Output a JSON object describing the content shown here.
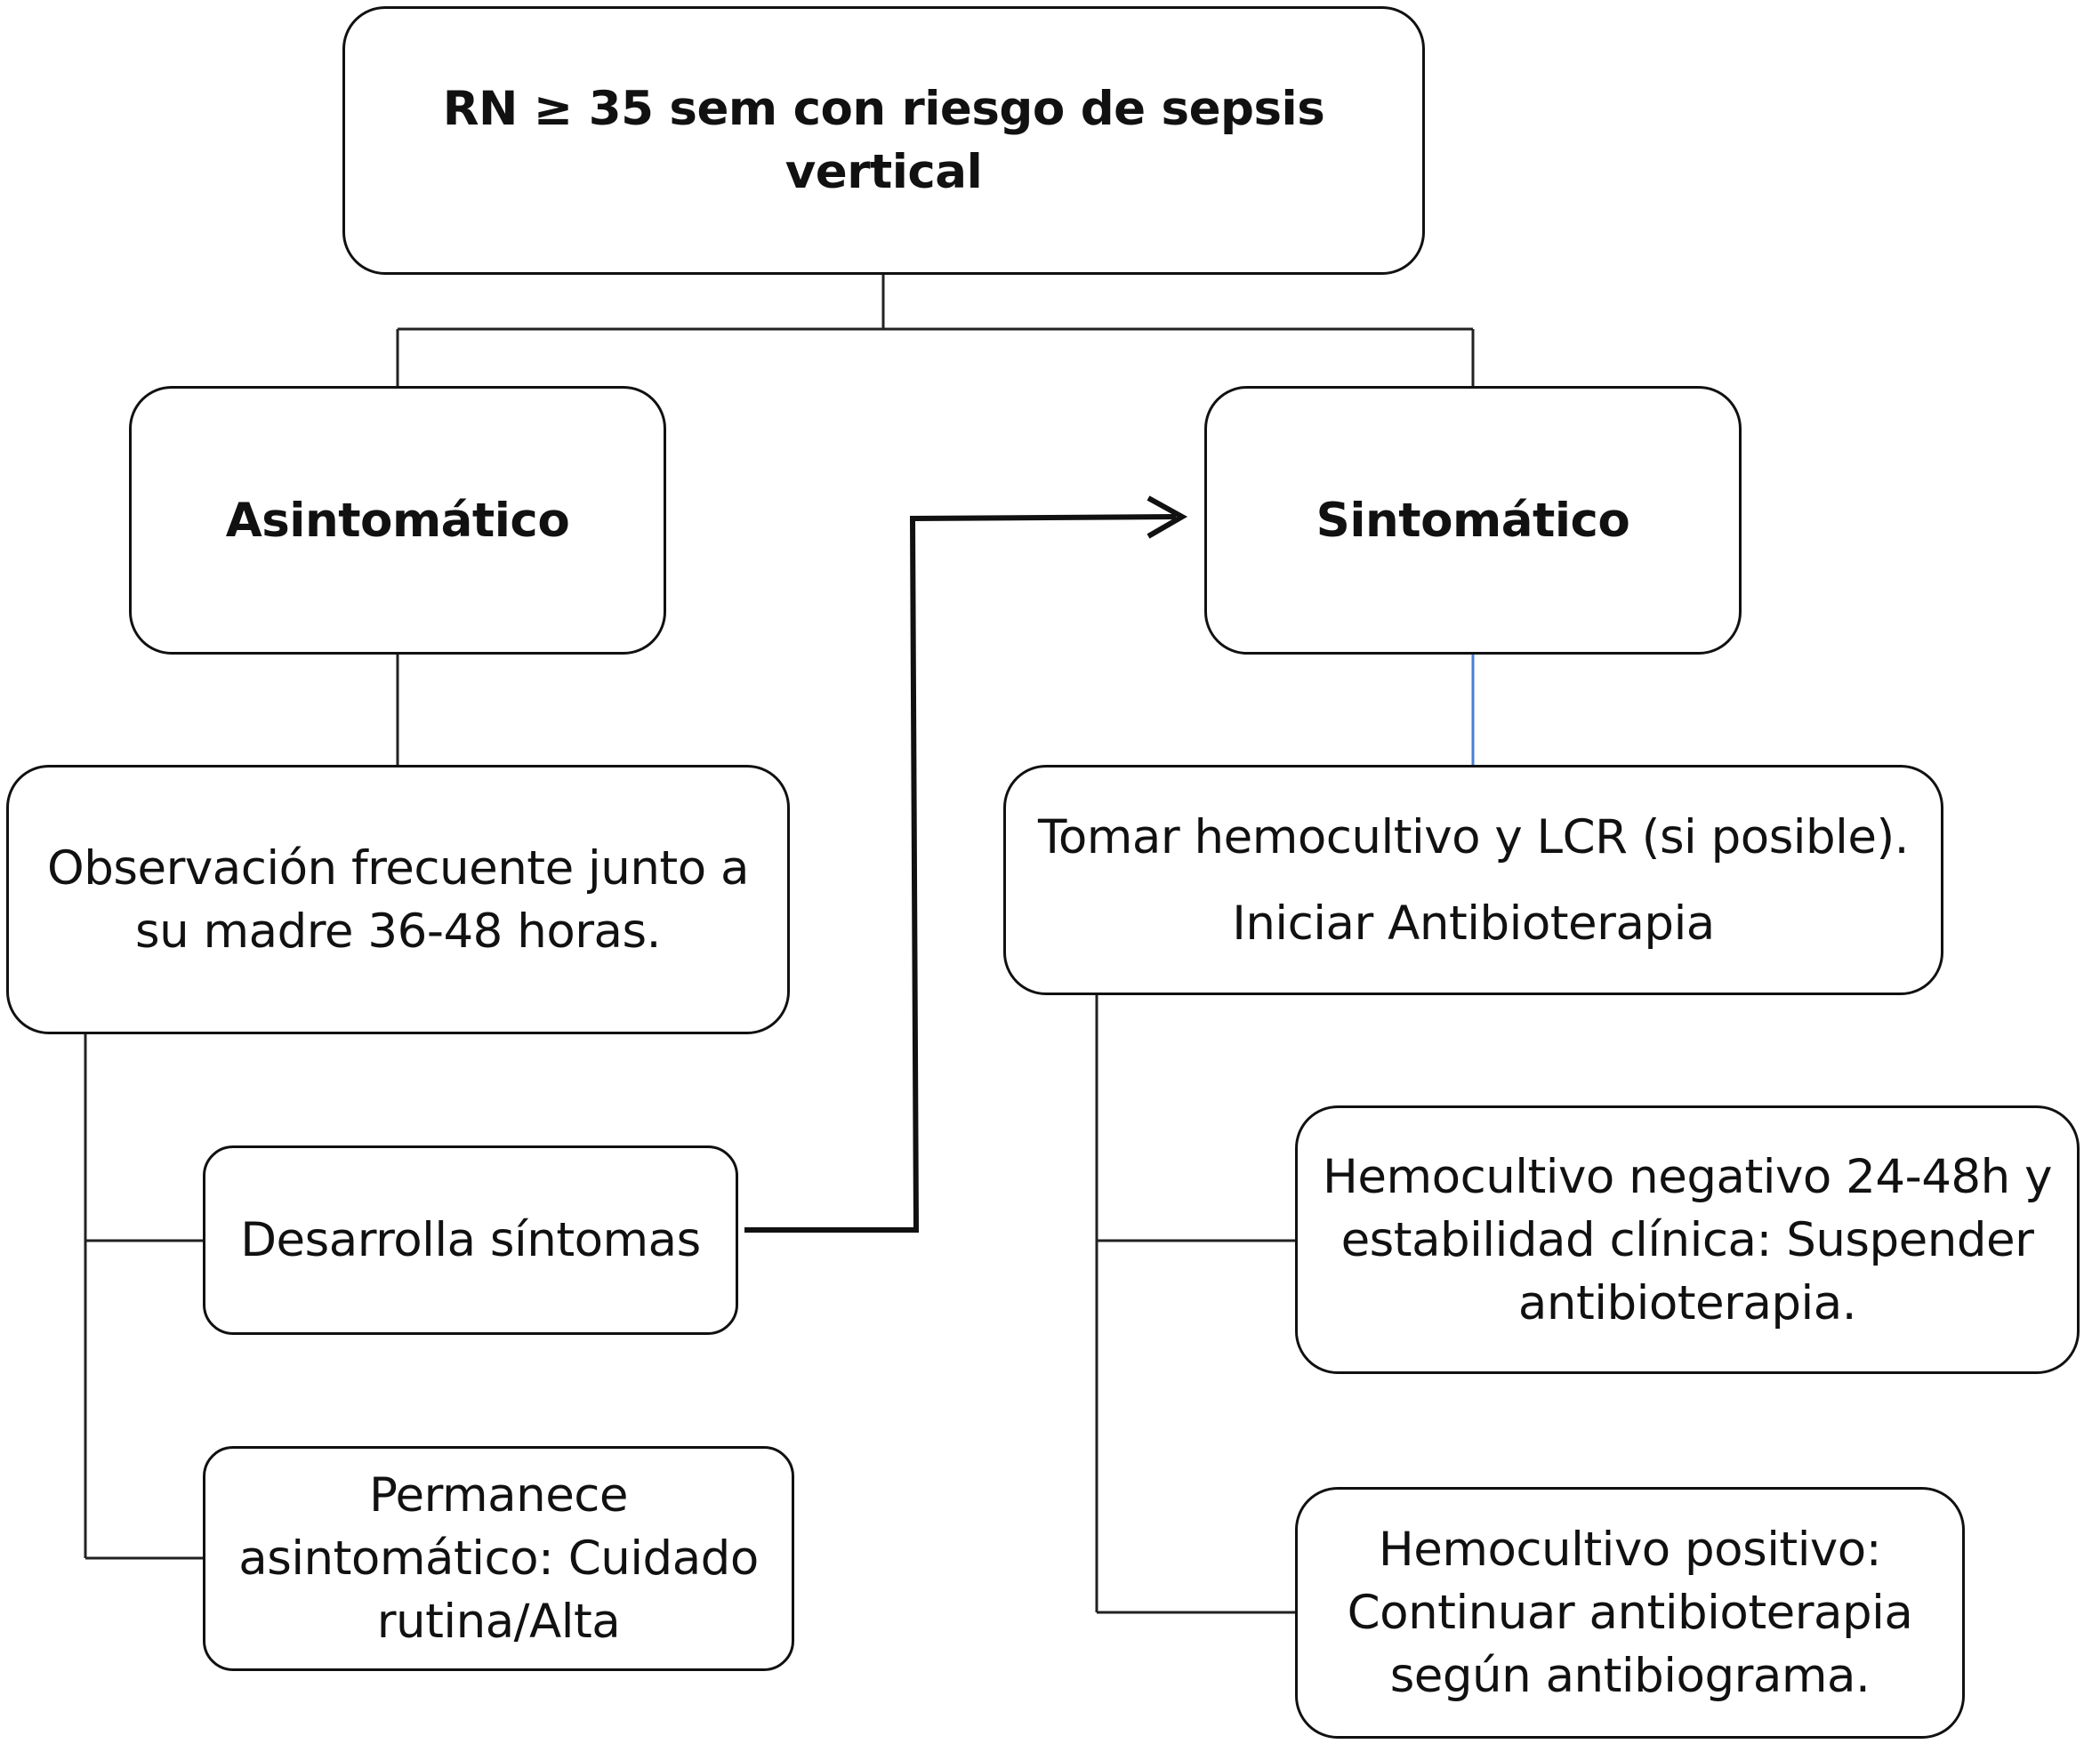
{
  "diagram": {
    "root": {
      "text": "RN ≥ 35 sem con riesgo de sepsis vertical"
    },
    "asymptomatic": {
      "text": "Asintomático"
    },
    "symptomatic": {
      "text": "Sintomático"
    },
    "observation": {
      "lines": [
        "Observación frecuente junto a",
        "su madre 36-48 horas."
      ]
    },
    "develops_symptoms": {
      "text": "Desarrolla síntomas"
    },
    "remains_asymptomatic": {
      "lines": [
        "Permanece",
        "asintomático: Cuidado",
        "rutina/Alta"
      ]
    },
    "take_cultures": {
      "lines": [
        "Tomar hemocultivo y LCR (si posible).",
        "Iniciar Antibioterapia"
      ]
    },
    "negative_culture": {
      "lines": [
        "Hemocultivo negativo 24-48h y",
        "estabilidad clínica: Suspender",
        "antibioterapia."
      ]
    },
    "positive_culture": {
      "lines": [
        "Hemocultivo positivo:",
        "Continuar antibioterapia",
        "según antibiograma."
      ]
    },
    "colors": {
      "line": "#222222",
      "accent_line": "#4a7fd4",
      "arrow": "#111111"
    }
  }
}
